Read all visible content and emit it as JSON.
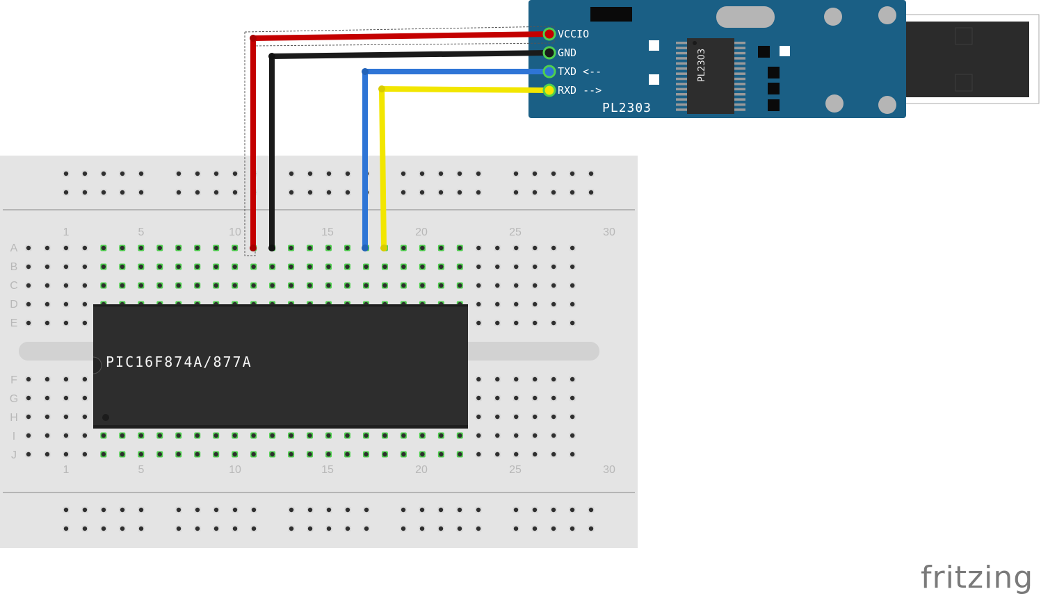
{
  "breadboard": {
    "column_numbers_top": [
      "1",
      "5",
      "10",
      "15",
      "20",
      "25",
      "30"
    ],
    "column_numbers_bottom": [
      "1",
      "5",
      "10",
      "15",
      "20",
      "25",
      "30"
    ],
    "row_letters_top": [
      "A",
      "B",
      "C",
      "D",
      "E"
    ],
    "row_letters_bottom": [
      "F",
      "G",
      "H",
      "I",
      "J"
    ],
    "colors": {
      "body": "#e4e4e4",
      "hole": "#3a3a3a",
      "connected": "#4fcf4f",
      "label": "#b8b8b8"
    }
  },
  "chip": {
    "label": "PIC16F874A/877A",
    "color": "#2d2d2d"
  },
  "module": {
    "name": "PL2303",
    "ic_label": "PL2303",
    "pins": [
      "VCCIO",
      "GND",
      "TXD <--",
      "RXD -->"
    ],
    "board_color": "#1a5f85"
  },
  "wires": [
    {
      "name": "vccio-wire",
      "color": "#c40000"
    },
    {
      "name": "gnd-wire",
      "color": "#1a1a1a"
    },
    {
      "name": "txd-wire",
      "color": "#2e75d6"
    },
    {
      "name": "rxd-wire",
      "color": "#f2e600"
    }
  ],
  "brand": "fritzing"
}
